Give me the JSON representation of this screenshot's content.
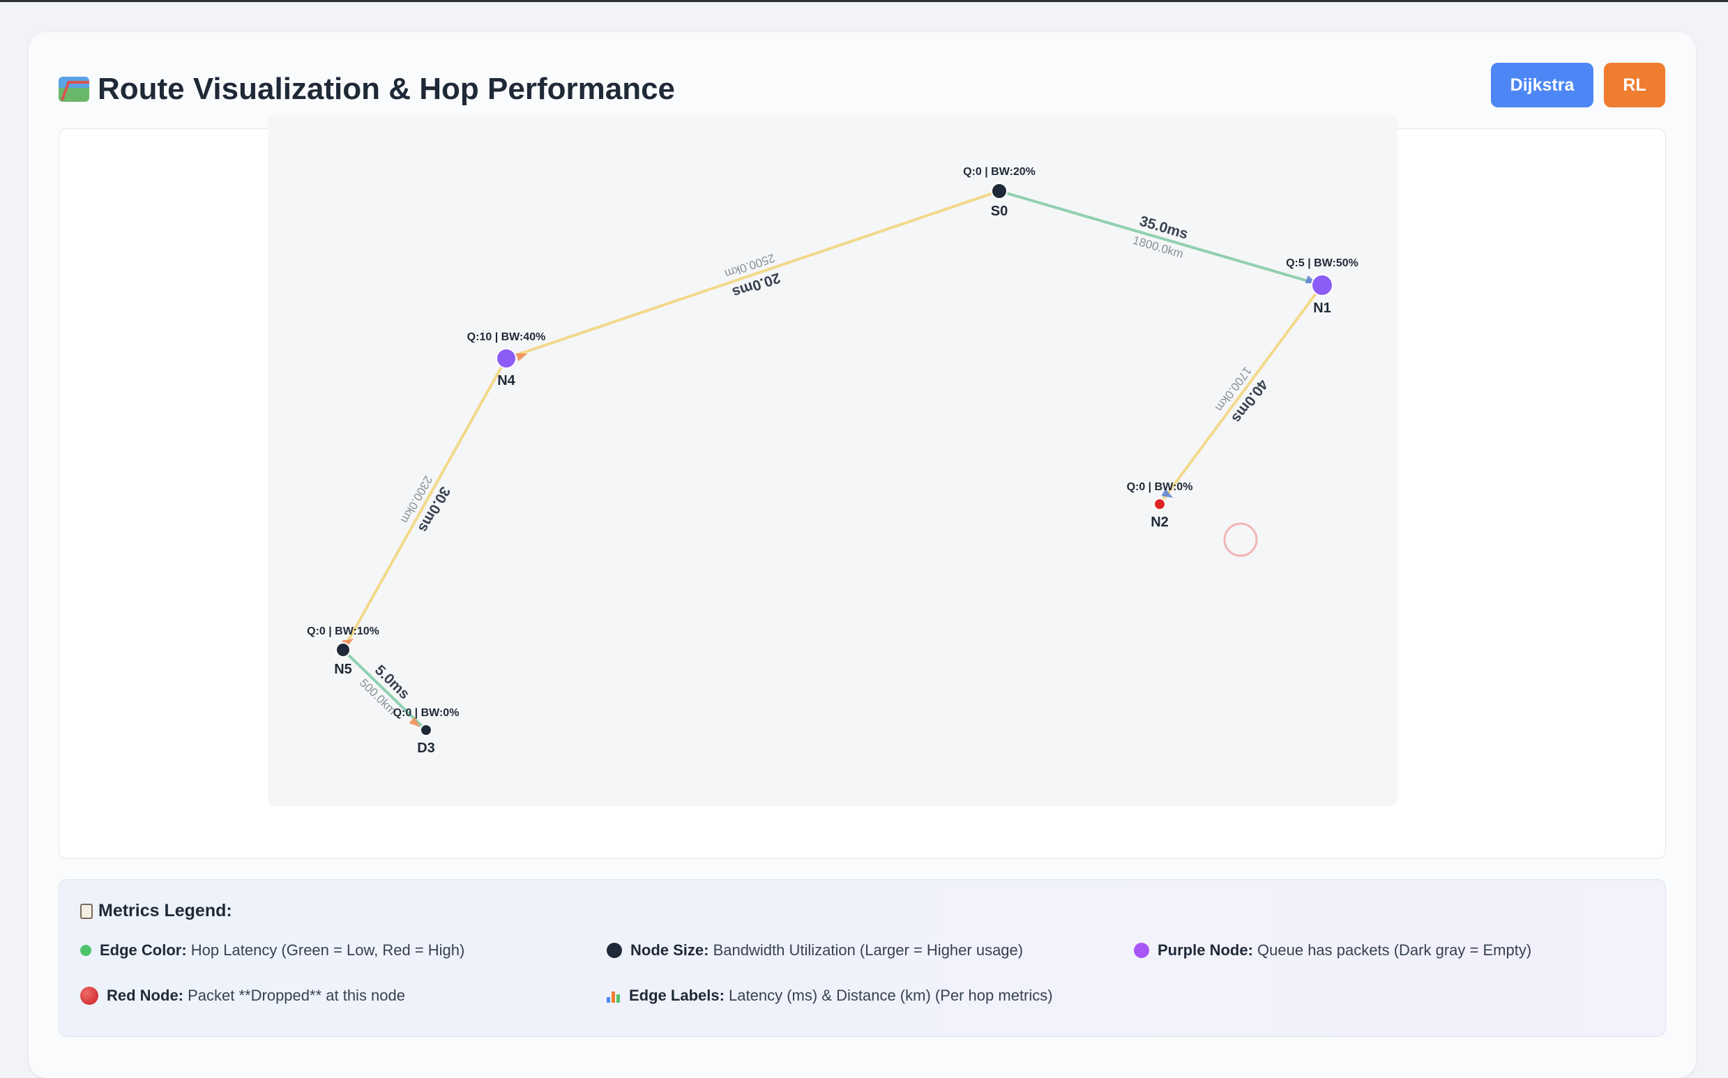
{
  "header": {
    "title": "Route Visualization & Hop Performance",
    "title_icon": "map-icon",
    "buttons": [
      {
        "label": "Dijkstra",
        "color": "#4d87f5"
      },
      {
        "label": "RL",
        "color": "#ef7d2f"
      }
    ]
  },
  "graph": {
    "nodes": [
      {
        "id": "S0",
        "metrics": "Q:0 | BW:20%",
        "type": "normal",
        "color": "#1f2937"
      },
      {
        "id": "N1",
        "metrics": "Q:5 | BW:50%",
        "type": "queued",
        "color": "#8b5cf6"
      },
      {
        "id": "N2",
        "metrics": "Q:0 | BW:0%",
        "type": "dropped",
        "color": "#dc2626"
      },
      {
        "id": "N4",
        "metrics": "Q:10 | BW:40%",
        "type": "queued",
        "color": "#8b5cf6"
      },
      {
        "id": "N5",
        "metrics": "Q:0 | BW:10%",
        "type": "normal",
        "color": "#1f2937"
      },
      {
        "id": "D3",
        "metrics": "Q:0 | BW:0%",
        "type": "normal",
        "color": "#1f2937"
      }
    ],
    "edges": [
      {
        "from": "S0",
        "to": "N1",
        "latency": "35.0ms",
        "distance": "1800.0km",
        "color": "#8fd0b0"
      },
      {
        "from": "S0",
        "to": "N4",
        "latency": "20.0ms",
        "distance": "2500.0km",
        "color": "#f2d98a"
      },
      {
        "from": "N1",
        "to": "N2",
        "latency": "40.0ms",
        "distance": "1700.0km",
        "color": "#f2d98a"
      },
      {
        "from": "N4",
        "to": "N5",
        "latency": "30.0ms",
        "distance": "2300.0km",
        "color": "#f2d98a"
      },
      {
        "from": "N5",
        "to": "D3",
        "latency": "5.0ms",
        "distance": "500.0km",
        "color": "#8fd0b0"
      }
    ]
  },
  "legend": {
    "title": "Metrics Legend:",
    "items": [
      {
        "key": "Edge Color:",
        "text": "Hop Latency (Green = Low, Red = High)",
        "icon": "green-dot-icon",
        "color": "#4fc36b"
      },
      {
        "key": "Node Size:",
        "text": "Bandwidth Utilization (Larger = Higher usage)",
        "icon": "black-dot-icon",
        "color": "#1f2937"
      },
      {
        "key": "Purple Node:",
        "text": "Queue has packets (Dark gray = Empty)",
        "icon": "purple-dot-icon",
        "color": "#a855f7"
      },
      {
        "key": "Red Node:",
        "text": "Packet **Dropped** at this node",
        "icon": "red-dot-icon",
        "color": "#d62828"
      },
      {
        "key": "Edge Labels:",
        "text": "Latency (ms) & Distance (km) (Per hop metrics)",
        "icon": "bar-chart-icon",
        "color": "#4d87f5"
      }
    ]
  }
}
